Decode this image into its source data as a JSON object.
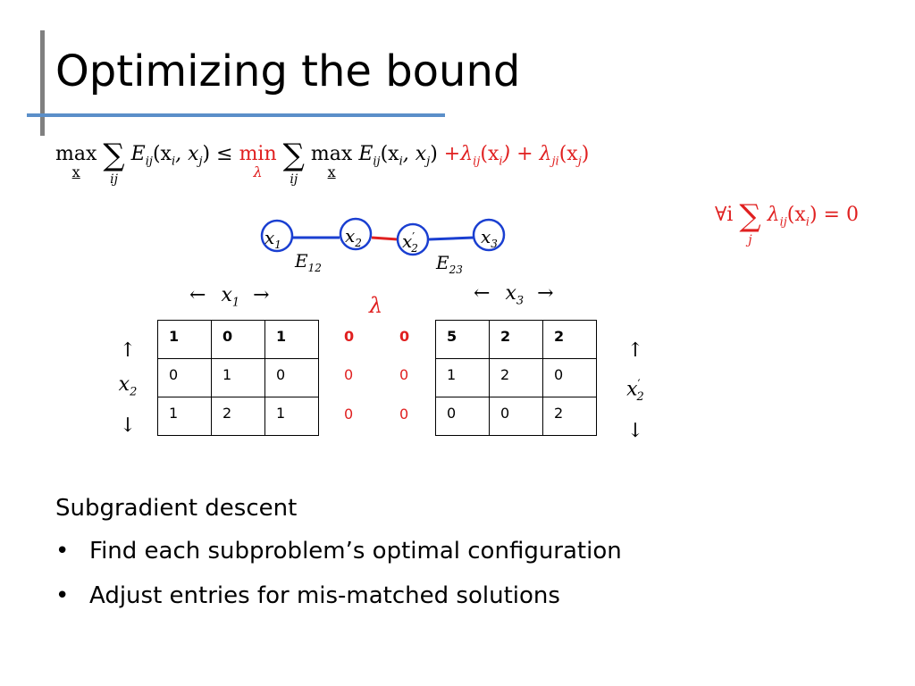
{
  "slide": {
    "title": "Optimizing the bound",
    "formula": {
      "max": "max",
      "x_under": "x",
      "sum": "∑",
      "ij": "ij",
      "eij": "E",
      "sub_ij": "ij",
      "args": "(x",
      "args_i": "i",
      "args_mid": ", x",
      "args_j": "j",
      "args_end": ") ≤",
      "min": "min",
      "lambda_under": "λ",
      "plus_terms": "+λ",
      "plus_sub1": "ij",
      "plus_mid": "(x",
      "plus_mid_i": "i",
      "plus_mid2": ") + λ",
      "plus_sub2": "ji",
      "plus_end": "(x",
      "plus_end_j": "j",
      "plus_close": ")"
    },
    "constraint": {
      "forall": "∀i",
      "sum": "∑",
      "sub_j": "j",
      "lambda": "λ",
      "sub_ij": "ij",
      "rest": "(x",
      "rest_i": "i",
      "rest_end": ") = 0"
    },
    "graph": {
      "nodes": [
        "x1",
        "x2",
        "x2'",
        "x3"
      ],
      "node_labels": [
        {
          "base": "x",
          "sub": "1",
          "sup": ""
        },
        {
          "base": "x",
          "sub": "2",
          "sup": ""
        },
        {
          "base": "x",
          "sub": "2",
          "sup": "′"
        },
        {
          "base": "x",
          "sub": "3",
          "sup": ""
        }
      ],
      "edge_labels": [
        {
          "base": "E",
          "sub": "12"
        },
        {
          "base": "E",
          "sub": "23"
        }
      ],
      "colors": {
        "node": "#1a3fd1",
        "edge_left": "#1a3fd1",
        "edge_mid": "#e02020",
        "edge_right": "#1a3fd1"
      }
    },
    "axis_labels": {
      "x1_arrow": {
        "left": "←",
        "base": "x",
        "sub": "1",
        "right": "→"
      },
      "x3_arrow": {
        "left": "←",
        "base": "x",
        "sub": "3",
        "right": "→"
      },
      "lambda": "λ",
      "x2_vert": {
        "up": "↑",
        "base": "x",
        "sub": "2",
        "down": "↓"
      },
      "x2p_vert": {
        "up": "↑",
        "base": "x",
        "sub": "2",
        "sup": "′",
        "down": "↓"
      }
    },
    "table_left": [
      [
        "1",
        "0",
        "1"
      ],
      [
        "0",
        "1",
        "0"
      ],
      [
        "1",
        "2",
        "1"
      ]
    ],
    "lambda_col1": [
      "0",
      "0",
      "0"
    ],
    "lambda_col2": [
      "0",
      "0",
      "0"
    ],
    "table_right": [
      [
        "5",
        "2",
        "2"
      ],
      [
        "1",
        "2",
        "0"
      ],
      [
        "0",
        "0",
        "2"
      ]
    ],
    "body": {
      "heading": "Subgradient descent",
      "bullets": [
        "Find each subproblem’s optimal configuration",
        "Adjust entries for mis-matched solutions"
      ],
      "bullet_char": "•"
    }
  }
}
